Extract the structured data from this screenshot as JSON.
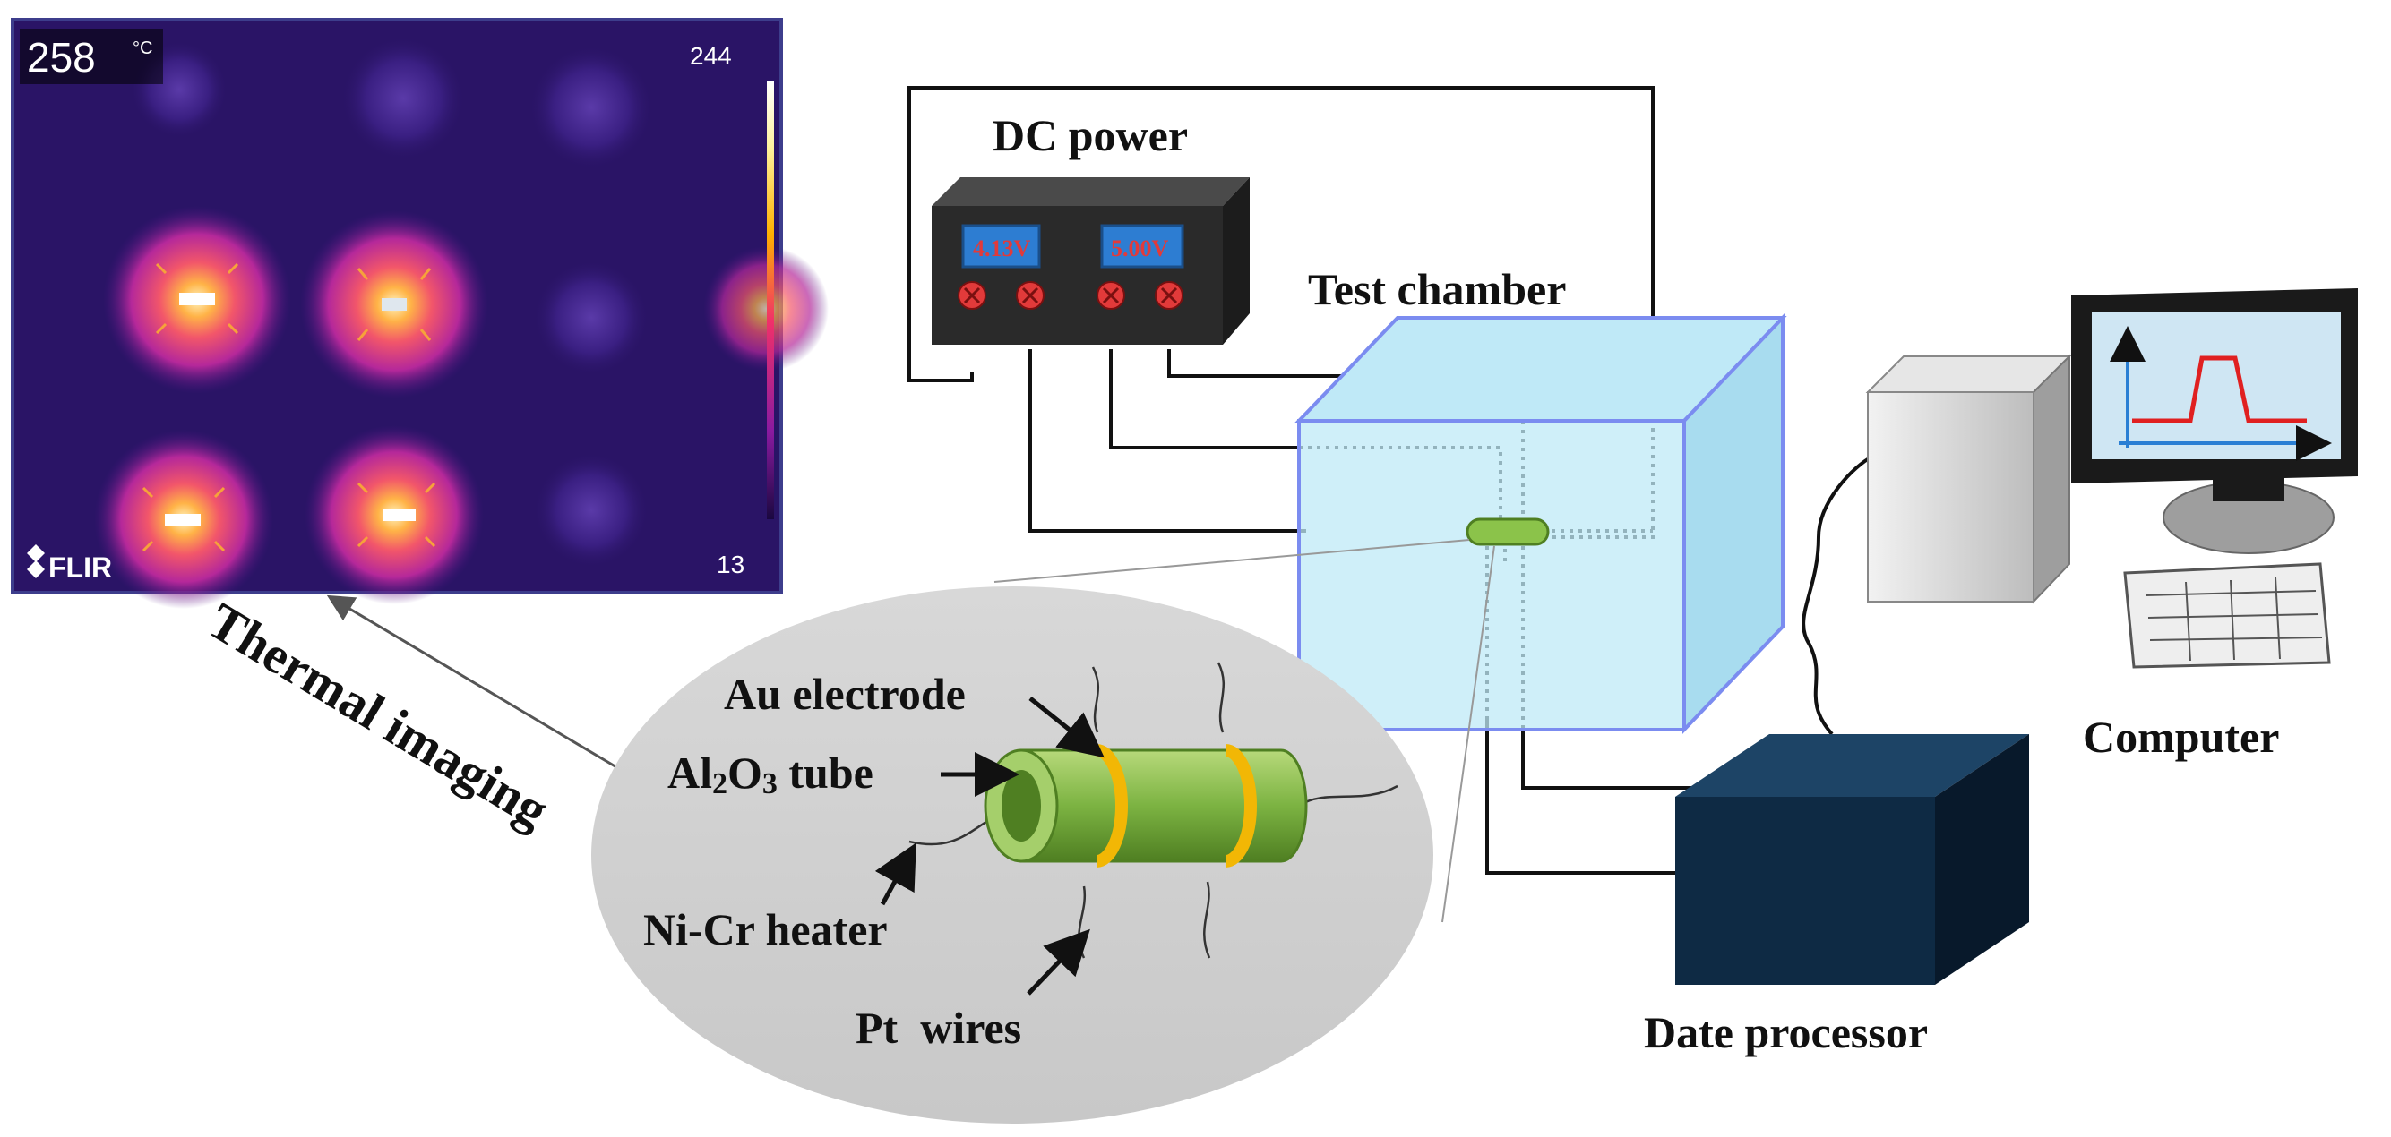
{
  "thermal_image": {
    "temperature_reading": "258",
    "temperature_unit": "°C",
    "scale_max": "244",
    "scale_min": "13",
    "brand": "FLIR",
    "caption": "Thermal imaging"
  },
  "dc_power": {
    "title": "DC power",
    "display_left": "4.13V",
    "display_right": "5.00V",
    "display_color": "#e23a3a",
    "body_color": "#2a2a2a"
  },
  "test_chamber": {
    "title": "Test chamber",
    "color": "#bfe9f7"
  },
  "computer": {
    "title": "Computer"
  },
  "date_processor": {
    "title": "Date processor",
    "color": "#0e2a44"
  },
  "sensor_detail": {
    "au_electrode": "Au electrode",
    "al2o3_prefix": "Al",
    "al2o3_sub1": "2",
    "al2o3_mid": "O",
    "al2o3_sub2": "3",
    "al2o3_suffix": " tube",
    "ni_cr_heater": "Ni-Cr heater",
    "pt_wires": "Pt  wires",
    "tube_color": "#7cb342",
    "electrode_color": "#f2b705"
  }
}
